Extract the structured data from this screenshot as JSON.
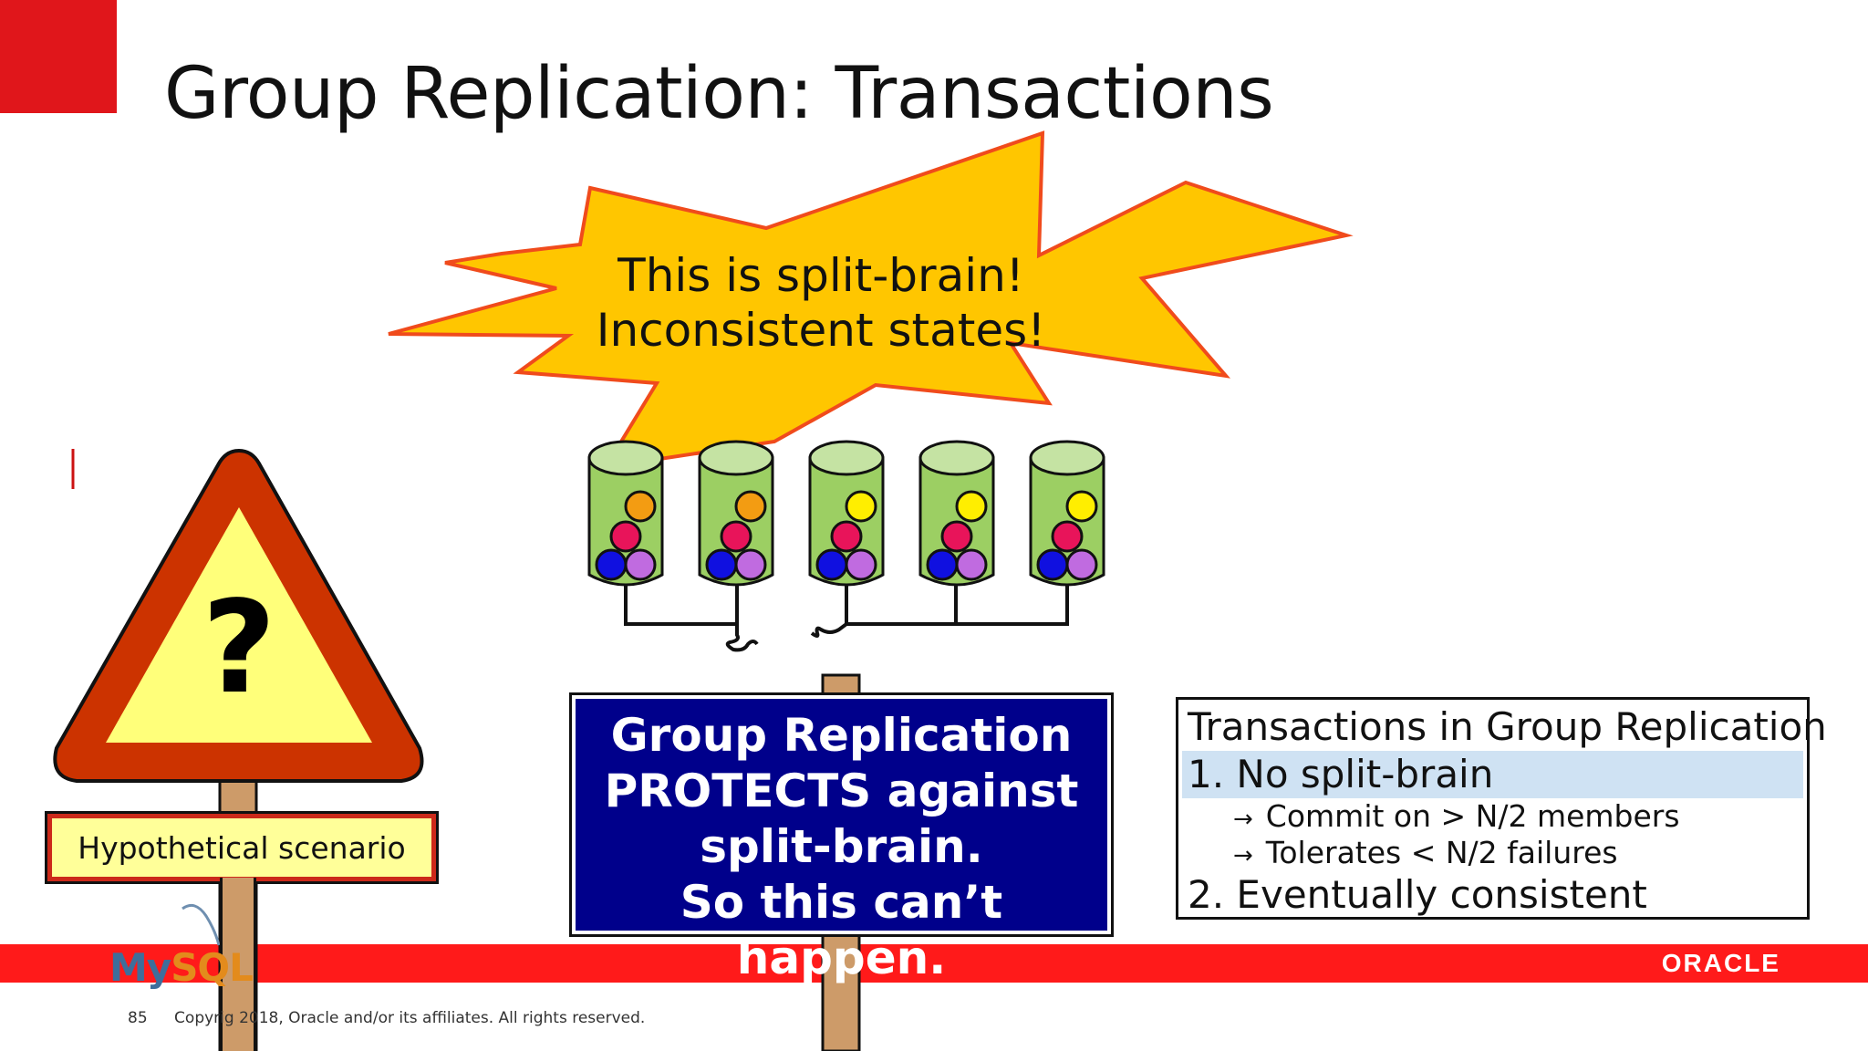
{
  "slide": {
    "title": "Group Replication: Transactions",
    "burst": {
      "line1": "This is split-brain!",
      "line2": "Inconsistent states!"
    },
    "warning_sign": {
      "symbol": "?",
      "label": "Hypothetical scenario"
    },
    "blue_sign": {
      "line1": "Group Replication",
      "line2": "PROTECTS against",
      "line3": "split-brain.",
      "line4": "So this can’t happen."
    },
    "info_box": {
      "heading": "Transactions in Group Replication",
      "item1": "1. No split-brain",
      "item1_sub1": "Commit on > N/2 members",
      "item1_sub2": "Tolerates < N/2 failures",
      "item2": "2. Eventually consistent",
      "arrow": "→"
    },
    "footer": {
      "page": "85",
      "copyright": "Copyrig   2018, Oracle and/or its affiliates. All rights reserved."
    },
    "logos": {
      "mysql_my": "My",
      "mysql_sql": "SQL",
      "oracle": "ORACLE"
    }
  },
  "diagram": {
    "members": [
      {
        "top": "orange",
        "mid": "crimson",
        "left": "blue",
        "right": "violet"
      },
      {
        "top": "orange",
        "mid": "crimson",
        "left": "blue",
        "right": "violet"
      },
      {
        "top": "yellow",
        "mid": "crimson",
        "left": "blue",
        "right": "violet"
      },
      {
        "top": "yellow",
        "mid": "crimson",
        "left": "blue",
        "right": "violet"
      },
      {
        "top": "yellow",
        "mid": "crimson",
        "left": "blue",
        "right": "violet"
      }
    ],
    "network_split_between": [
      2,
      3
    ]
  },
  "colors": {
    "oracle_red": "#ff1a1a",
    "burst_fill": "#ffc600",
    "burst_stroke": "#f04b1c",
    "cylinder_green": "#9ccf63",
    "sign_blue": "#00008b",
    "highlight": "#cfe2f3",
    "orange": "#f39c12",
    "yellow": "#ffee00",
    "crimson": "#e8145a",
    "blue": "#1010e0",
    "violet": "#c06be0"
  }
}
